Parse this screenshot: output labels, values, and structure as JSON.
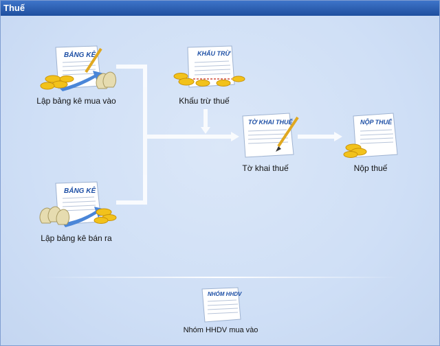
{
  "window": {
    "title": "Thuế"
  },
  "nodes": {
    "mua_vao": {
      "label": "Lập bảng kê mua vào",
      "doc_title": "BẢNG KÊ",
      "icon": "document-coins-bags-icon"
    },
    "ban_ra": {
      "label": "Lập bảng kê bán ra",
      "doc_title": "BẢNG KÊ",
      "icon": "document-bags-coins-icon"
    },
    "khau_tru": {
      "label": "Khấu trừ thuế",
      "doc_title": "KHẤU TRỪ",
      "icon": "document-coins-icon"
    },
    "to_khai": {
      "label": "Tờ khai thuế",
      "doc_title": "TỜ KHAI THUẾ",
      "icon": "document-pen-icon"
    },
    "nop_thue": {
      "label": "Nộp thuế",
      "doc_title": "NỘP THUẾ",
      "icon": "document-coins-icon"
    },
    "nhom_hhdv": {
      "label": "Nhóm HHDV mua vào",
      "doc_title": "NHÓM HHDV",
      "icon": "document-icon"
    }
  },
  "colors": {
    "doc_title": "#1d4fa5",
    "arrow": "#ffffff",
    "coin": "#f2c21b",
    "bag": "#e6dcb0"
  }
}
